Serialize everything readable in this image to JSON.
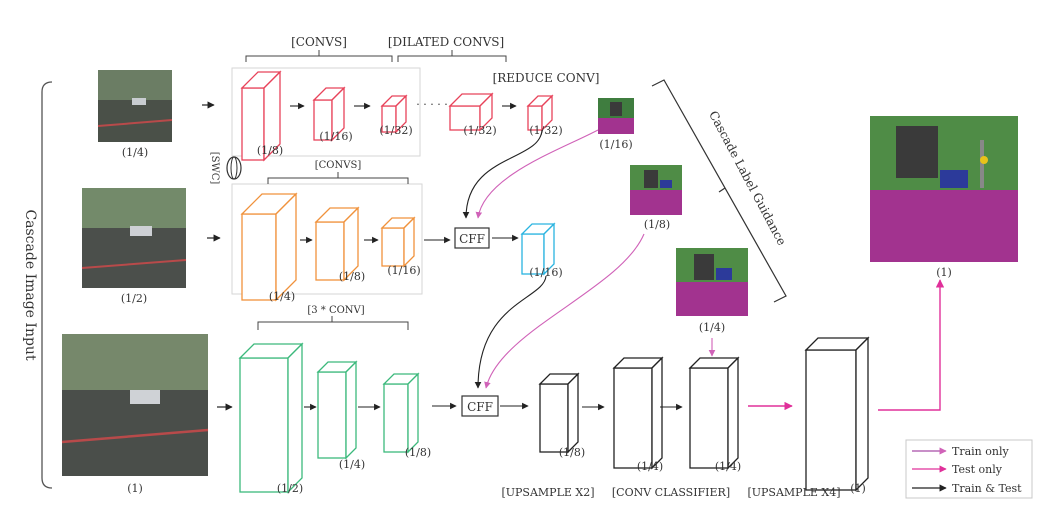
{
  "side_label": "Cascade Image Input",
  "guidance_label": "Cascade Label Guidance",
  "scale_labels": {
    "img_quarter": "(1/4)",
    "img_half": "(1/2)",
    "img_full": "(1)",
    "b1_c1": "(1/8)",
    "b1_c2": "(1/16)",
    "b1_c3": "(1/32)",
    "b1_c4": "(1/32)",
    "b1_c5": "(1/32)",
    "b2_c1": "(1/4)",
    "b2_c2": "(1/8)",
    "b2_c3": "(1/16)",
    "b2_out": "(1/16)",
    "b3_c1": "(1/2)",
    "b3_c2": "(1/4)",
    "b3_c3": "(1/8)",
    "dec_c1": "(1/8)",
    "dec_c2": "(1/4)",
    "dec_c3": "(1/4)",
    "dec_c4": "(1)",
    "seg_16": "(1/16)",
    "seg_8": "(1/8)",
    "seg_4": "(1/4)",
    "seg_out": "(1)"
  },
  "brackets": {
    "convs_top": "[CONVS]",
    "dilated": "[DILATED CONVS]",
    "reduce": "[REDUCE CONV]",
    "swc": "[SWC]",
    "convs_mid": "[CONVS]",
    "three_conv": "[3 * CONV]"
  },
  "dots": "· · · · ·",
  "cff": [
    "CFF",
    "CFF"
  ],
  "bottom_labels": {
    "upsample2": "[UPSAMPLE X2]",
    "classifier": "[CONV CLASSIFIER]",
    "upsample4": "[UPSAMPLE X4]"
  },
  "legend": [
    {
      "label": "Train only",
      "color": "#a64ca6"
    },
    {
      "label": "Test only",
      "color": "#e0309a"
    },
    {
      "label": "Train & Test",
      "color": "#222222"
    }
  ],
  "colors": {
    "branch1": "#e8435a",
    "branch2": "#f0923c",
    "branch3": "#3cb97c",
    "cff_out": "#2ab4e0",
    "decoder": "#222222",
    "guidance_arrow": "#d062b8",
    "test_arrow": "#e0309a"
  }
}
